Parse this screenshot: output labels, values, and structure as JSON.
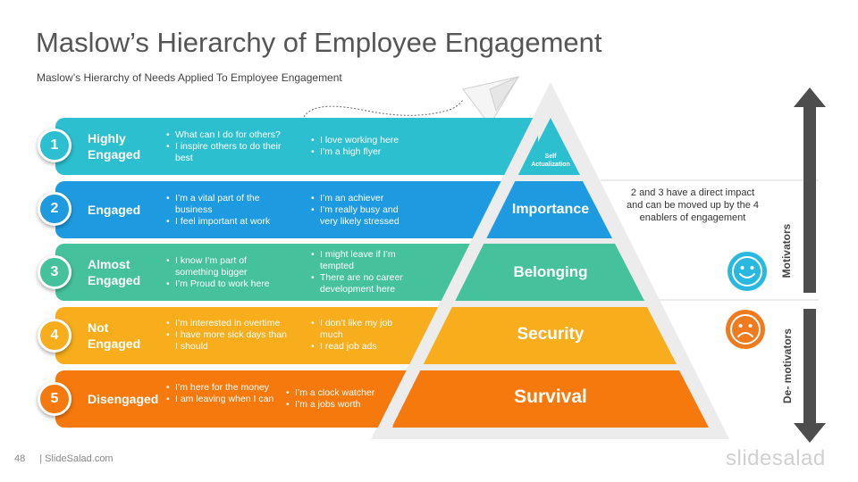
{
  "title": "Maslow’s Hierarchy of Employee Engagement",
  "subtitle": "Maslow’s  Hierarchy  of Needs Applied  To Employee  Engagement",
  "levels": [
    {
      "number": "1",
      "label": [
        "Highly",
        "Engaged"
      ],
      "color": "#2bbfcf",
      "bullets_a": [
        "What can I do for others?",
        "I inspire others to do their best"
      ],
      "bullets_b": [
        "I love working here",
        "I’m a high flyer"
      ],
      "tier": [
        "Self",
        "Actualization"
      ]
    },
    {
      "number": "2",
      "label": [
        "Engaged"
      ],
      "color": "#1e9be0",
      "bullets_a": [
        "I’m a vital part of the business",
        "I feel important at work"
      ],
      "bullets_b": [
        "I’m an achiever",
        "I’m really busy and very likely stressed"
      ],
      "tier": [
        "Importance"
      ]
    },
    {
      "number": "3",
      "label": [
        "Almost",
        "Engaged"
      ],
      "color": "#45c29b",
      "bullets_a": [
        "I know I’m part of something bigger",
        "I’m Proud to work here"
      ],
      "bullets_b": [
        "I might leave if I’m tempted",
        "There are no career development here"
      ],
      "tier": [
        "Belonging"
      ]
    },
    {
      "number": "4",
      "label": [
        "Not",
        "Engaged"
      ],
      "color": "#f8ad1c",
      "bullets_a": [
        "I’m interested in overtime",
        "I have more sick days than I should"
      ],
      "bullets_b": [
        "I don’t like my job much",
        "I read job ads"
      ],
      "tier": [
        "Security"
      ]
    },
    {
      "number": "5",
      "label": [
        "Disengaged"
      ],
      "color": "#f6790d",
      "bullets_a": [
        "I’m here for the money",
        "I am leaving when I can"
      ],
      "bullets_b": [
        "I’m a clock watcher",
        "I’m a jobs worth"
      ],
      "tier": [
        "Survival"
      ]
    }
  ],
  "note": "2 and 3 have a direct impact and can be moved up by the 4 enablers of engagement",
  "motivators_label": "Motivators",
  "demotivators_label": "De- motivators",
  "footer": {
    "page_number": "48",
    "site": "| SlideSalad.com"
  },
  "logo": "slidesalad",
  "colors": {
    "arrow": "#4d4d4d",
    "happy_face": "#29b8e0",
    "sad_face": "#f07a1e",
    "pyramid_frame": "#ececec"
  }
}
